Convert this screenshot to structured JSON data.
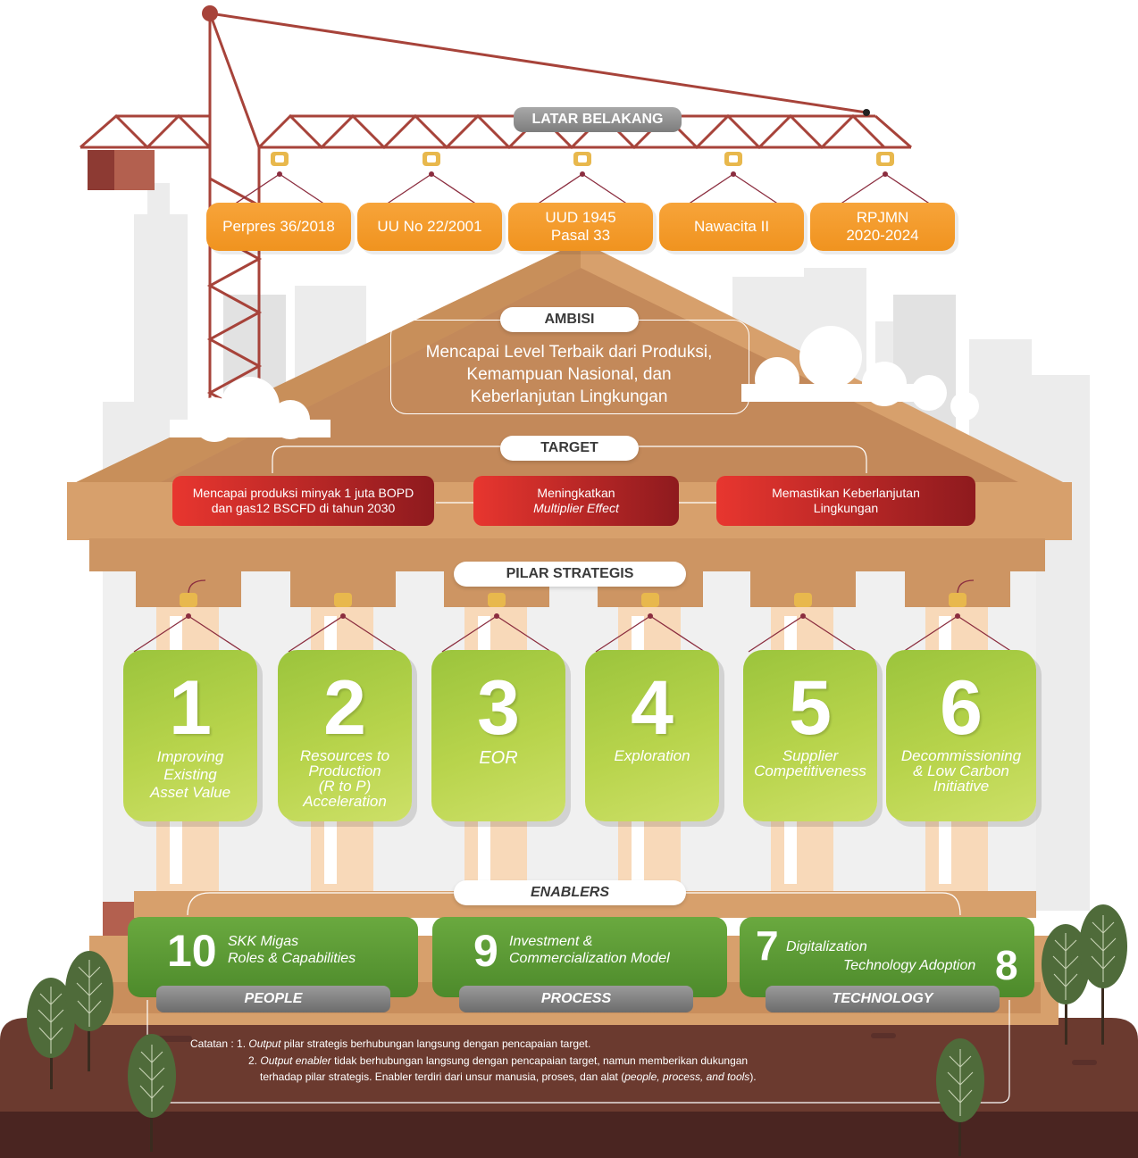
{
  "header": {
    "latar_belakang": "LATAR BELAKANG"
  },
  "background_items": [
    {
      "text": "Perpres 36/2018"
    },
    {
      "text": "UU No 22/2001"
    },
    {
      "text": "UUD 1945\nPasal 33"
    },
    {
      "text": "Nawacita II"
    },
    {
      "text": "RPJMN\n2020-2024"
    }
  ],
  "ambisi": {
    "label": "AMBISI",
    "text_line1": "Mencapai Level Terbaik dari Produksi,",
    "text_line2": "Kemampuan Nasional, dan",
    "text_line3": "Keberlanjutan Lingkungan"
  },
  "target": {
    "label": "TARGET",
    "items": [
      {
        "line1": "Mencapai produksi minyak 1 juta BOPD",
        "line2": "dan gas12 BSCFD di tahun 2030"
      },
      {
        "line1": "Meningkatkan",
        "line2": "Multiplier Effect"
      },
      {
        "line1": "Memastikan Keberlanjutan",
        "line2": "Lingkungan"
      }
    ]
  },
  "pilar": {
    "label": "PILAR STRATEGIS",
    "items": [
      {
        "num": "1",
        "text": "Improving\nExisting\nAsset Value"
      },
      {
        "num": "2",
        "text": "Resources to\nProduction\n(R to P)\nAcceleration"
      },
      {
        "num": "3",
        "text": "EOR"
      },
      {
        "num": "4",
        "text": "Exploration"
      },
      {
        "num": "5",
        "text": "Supplier\nCompetitiveness"
      },
      {
        "num": "6",
        "text": "Decommissioning\n& Low Carbon\nInitiative"
      }
    ]
  },
  "enablers": {
    "label": "ENABLERS",
    "people": {
      "num": "10",
      "line1": "SKK Migas",
      "line2": "Roles & Capabilities",
      "category": "PEOPLE"
    },
    "process": {
      "num": "9",
      "line1": "Investment &",
      "line2": "Commercialization Model",
      "category": "PROCESS"
    },
    "technology": {
      "num7": "7",
      "line1": "Digitalization",
      "line2": "Technology Adoption",
      "num8": "8",
      "category": "TECHNOLOGY"
    }
  },
  "notes": {
    "prefix": "Catatan : 1.",
    "note1_italic": "Output",
    "note1_rest": " pilar strategis berhubungan langsung dengan pencapaian target.",
    "note2_num": "2.",
    "note2_italic": "Output enabler",
    "note2_rest": " tidak berhubungan langsung dengan pencapaian target, namun memberikan dukungan",
    "note3_pre": "terhadap pilar strategis. Enabler terdiri dari unsur manusia, proses, dan alat (",
    "note3_italic": "people, process, and tools",
    "note3_post": ")."
  },
  "colors": {
    "orange": "#f39a2a",
    "roof": "#d7a06c",
    "red": "#d62f2b",
    "green": "#a9cc45",
    "dark_green": "#5a9a34",
    "crane": "#a7433a",
    "ground": "#6b3a2f"
  }
}
